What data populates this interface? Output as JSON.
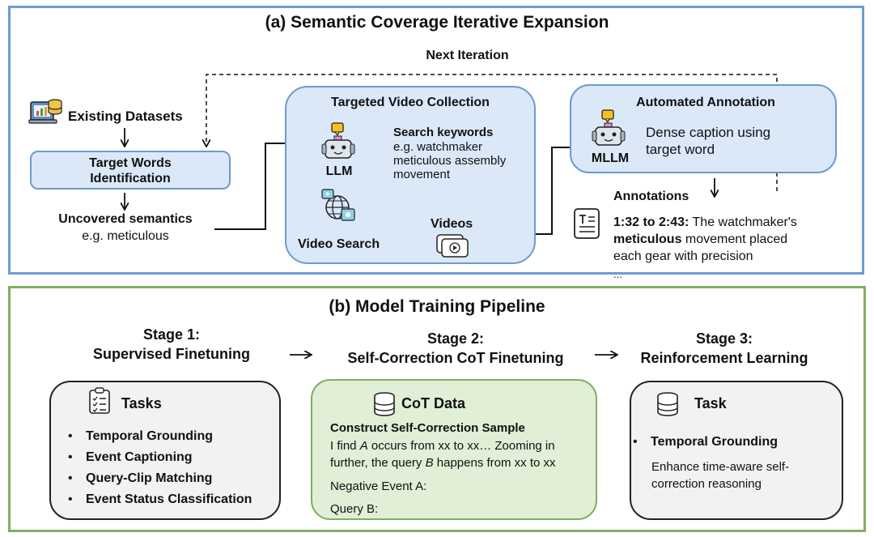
{
  "panel_a": {
    "title": "(a) Semantic Coverage Iterative Expansion",
    "next_iteration": "Next Iteration",
    "existing_datasets": "Existing Datasets",
    "target_words_line1": "Target Words",
    "target_words_line2": "Identification",
    "uncovered_title": "Uncovered semantics",
    "uncovered_example": "e.g.  meticulous",
    "collection": {
      "title": "Targeted Video Collection",
      "llm": "LLM",
      "search_keywords": "Search keywords",
      "kw_line1": "e.g.  watchmaker",
      "kw_line2": "meticulous assembly",
      "kw_line3": "movement",
      "video_search": "Video Search",
      "videos": "Videos"
    },
    "annotation": {
      "title": "Automated Annotation",
      "mllm": "MLLM",
      "desc_line1": "Dense caption using",
      "desc_line2": "target word"
    },
    "annotations": {
      "label": "Annotations",
      "time": "1:32 to 2:43:",
      "text1": " The watchmaker's",
      "keyword": "meticulous",
      "text2": " movement placed",
      "text3": "each gear with precision",
      "ellipsis": "..."
    }
  },
  "panel_b": {
    "title": "(b) Model Training Pipeline",
    "stage1_line1": "Stage 1:",
    "stage1_line2": "Supervised Finetuning",
    "stage2_line1": "Stage 2:",
    "stage2_line2": "Self-Correction CoT Finetuning",
    "stage3_line1": "Stage 3:",
    "stage3_line2": "Reinforcement Learning",
    "tasks": {
      "title": "Tasks",
      "items": [
        "Temporal Grounding",
        "Event Captioning",
        "Query-Clip Matching",
        "Event Status Classification"
      ]
    },
    "cot": {
      "title": "CoT Data",
      "subtitle": "Construct Self-Correction Sample",
      "l1_a": "I find ",
      "l1_var": "A",
      "l1_b": " occurs from xx to xx… Zooming in",
      "l2_a": "further, the query ",
      "l2_var": "B",
      "l2_b": " happens from xx to xx",
      "negative": "Negative Event A:",
      "query": "Query B:"
    },
    "task": {
      "title": "Task",
      "item": "Temporal Grounding",
      "desc_line1": "Enhance time-aware self-",
      "desc_line2": "correction reasoning"
    }
  },
  "colors": {
    "blue_border": "#6f9bd1",
    "blue_fill": "#dbe8f8",
    "green_border": "#7fb062",
    "green_fill": "#e0efd6",
    "card_fill": "#f2f2f2"
  }
}
